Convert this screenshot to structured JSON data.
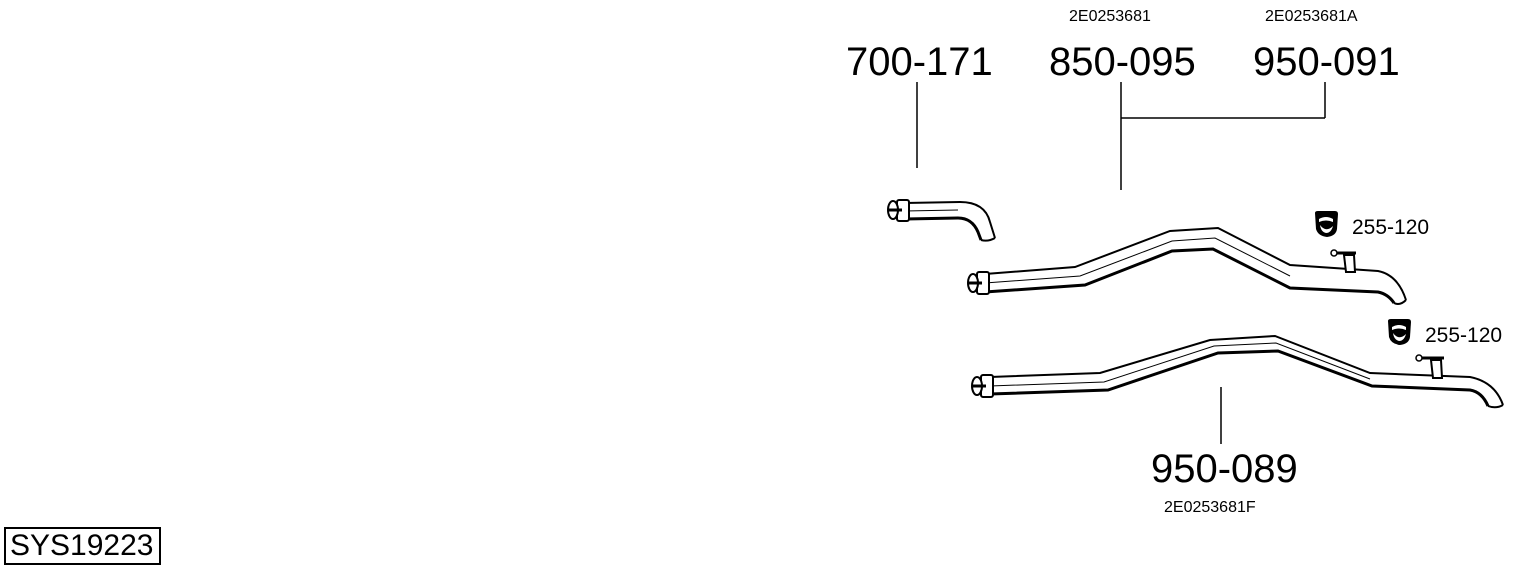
{
  "system": {
    "code": "SYS19223"
  },
  "parts": [
    {
      "id": "front-pipe",
      "number": "700-171",
      "oem": ""
    },
    {
      "id": "middle-pipe-a",
      "number": "850-095",
      "oem": "2E0253681"
    },
    {
      "id": "middle-pipe-b",
      "number": "950-091",
      "oem": "2E0253681A"
    },
    {
      "id": "middle-pipe-c",
      "number": "950-089",
      "oem": "2E0253681F"
    }
  ],
  "hangers": [
    {
      "number": "255-120",
      "icon": "rubber-hanger-icon"
    },
    {
      "number": "255-120",
      "icon": "rubber-hanger-icon"
    }
  ],
  "colors": {
    "line": "#000000",
    "background": "#ffffff"
  }
}
